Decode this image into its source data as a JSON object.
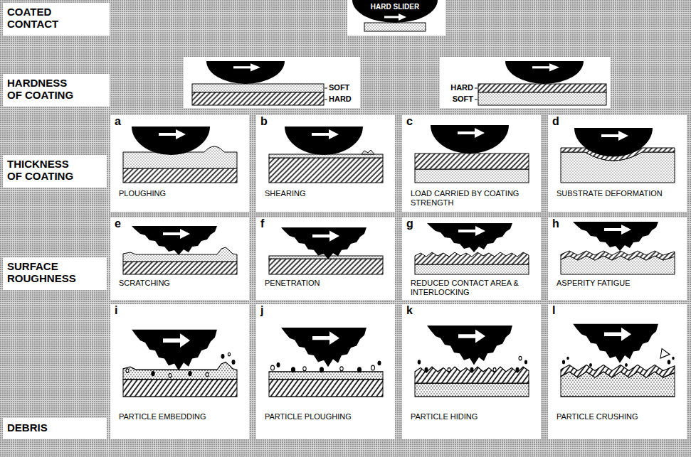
{
  "diagram": {
    "nodes": [
      {
        "text": [
          "a",
          "PLOUGHING"
        ]
      },
      {
        "text": [
          "b",
          "SHEARING"
        ]
      },
      {
        "text": [
          "c",
          "LOAD CARRIED BY COATING STRENGTH"
        ]
      },
      {
        "text": [
          "d",
          "SUBSTRATE DEFORMATION"
        ]
      },
      {
        "text": [
          "e",
          "SCRATCHING"
        ]
      },
      {
        "text": [
          "f",
          "PENETRATION"
        ]
      },
      {
        "text": [
          "g",
          "REDUCED CONTACT AREA & INTERLOCKING"
        ]
      },
      {
        "text": [
          "h",
          "ASPERITY FATIGUE"
        ]
      },
      {
        "text": [
          "i",
          "PARTICLE EMBEDDING"
        ]
      },
      {
        "text": [
          "j",
          "PARTICLE PLOUGHING"
        ]
      },
      {
        "text": [
          "k",
          "PARTICLE HIDING"
        ]
      },
      {
        "text": [
          "l",
          "PARTICLE CRUSHING"
        ]
      }
    ],
    "labels": [
      "COATED CONTACT",
      "HARD SLIDER",
      "HARDNESS OF COATING",
      "SOFT",
      "HARD",
      "HARD",
      "SOFT",
      "THICKNESS OF COATING",
      "SURFACE ROUGHNESS",
      "DEBRIS"
    ]
  }
}
